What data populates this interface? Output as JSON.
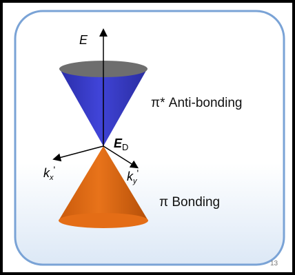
{
  "axes": {
    "energy": "E",
    "kx_base": "k",
    "kx_sub": "x",
    "kx_prime": "'",
    "ky_base": "k",
    "ky_sub": "y",
    "ky_prime": "'",
    "dirac_base": "E",
    "dirac_sub": "D"
  },
  "labels": {
    "upper_band": "π* Anti-bonding",
    "lower_band": "π Bonding"
  },
  "slide_number": "13",
  "colors": {
    "outer_border": "#000000",
    "panel_border": "#7aa3d6",
    "panel_fill_top": "#ffffff",
    "panel_fill_bottom": "#dce8f6",
    "upper_cone": "#3b3ed0",
    "upper_cone_dark": "#20238f",
    "upper_cap": "#6e6e6e",
    "lower_cone": "#e06a12",
    "lower_cone_dark": "#a84a08",
    "lower_cap": "#f08a30"
  }
}
